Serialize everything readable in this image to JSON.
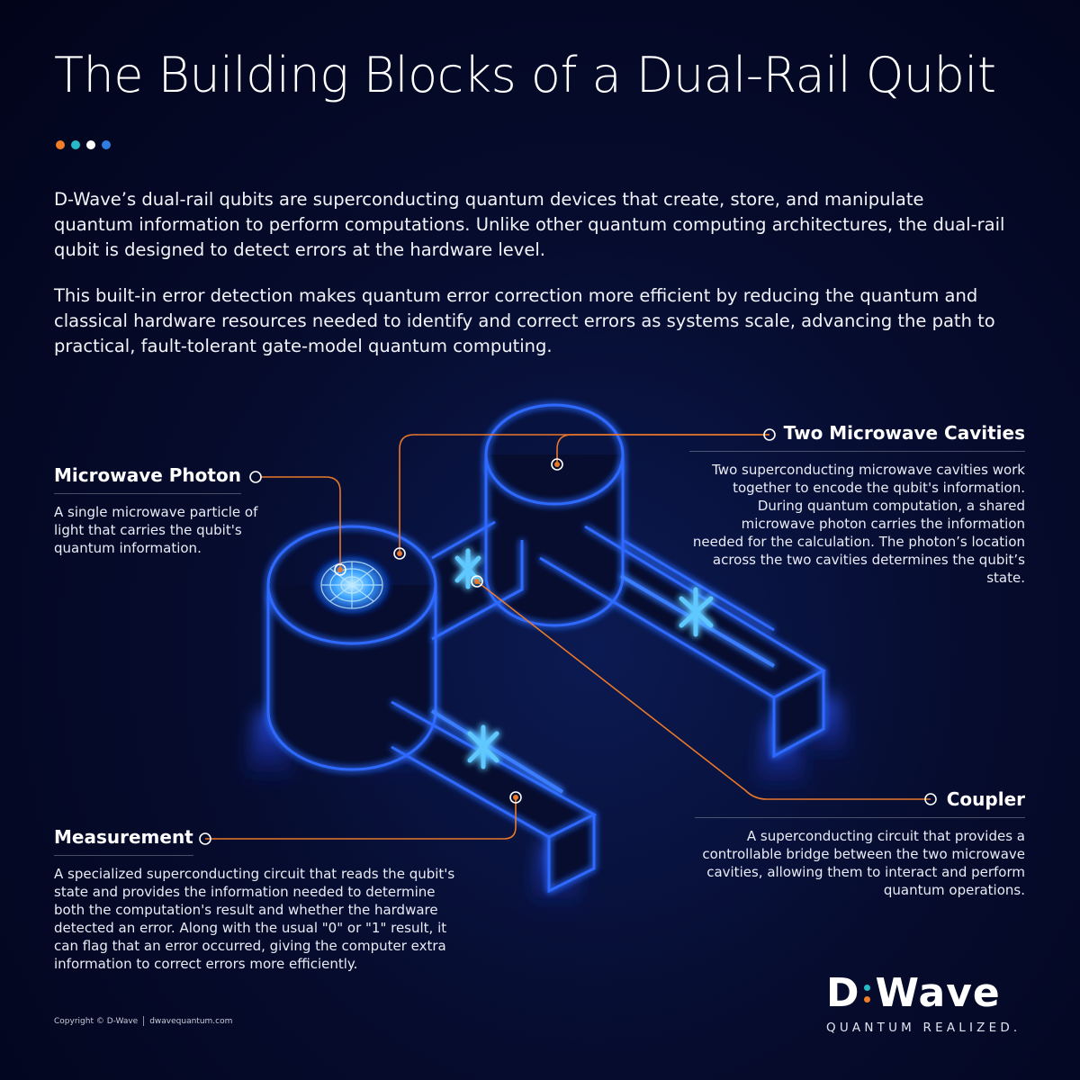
{
  "title": "The Building Blocks of a Dual-Rail Qubit",
  "dot_colors": [
    "#f07d2a",
    "#27b9c8",
    "#ffffff",
    "#2f7fe0"
  ],
  "intro": {
    "p1": "D-Wave’s dual-rail qubits are superconducting quantum devices that create, store, and manipulate quantum information to perform computations. Unlike other quantum computing architectures, the dual-rail qubit is designed to detect errors at the hardware level.",
    "p2": "This built-in error detection makes quantum error correction more efficient by reducing the quantum and classical hardware resources needed to identify and correct errors as systems scale, advancing the path to practical, fault-tolerant gate-model quantum computing."
  },
  "callouts": {
    "photon": {
      "title": "Microwave Photon",
      "text": "A single microwave particle of light that carries the qubit's quantum information."
    },
    "cavities": {
      "title": "Two Microwave Cavities",
      "text": "Two superconducting microwave cavities work together to encode the qubit's information. During quantum computation, a shared microwave photon carries the information needed for the calculation. The photon’s location across the two cavities determines the qubit’s state."
    },
    "coupler": {
      "title": "Coupler",
      "text": "A superconducting circuit that provides a controllable bridge between the two microwave cavities, allowing them to interact and perform quantum operations."
    },
    "measurement": {
      "title": "Measurement",
      "text": "A specialized superconducting circuit that reads the qubit's state and provides the information needed to determine both the computation's result and whether the hardware detected an error. Along with the usual \"0\" or \"1\" result, it can flag that an error occurred, giving the computer extra information to correct errors more efficiently."
    }
  },
  "footer": {
    "copyright": "Copyright © D-Wave",
    "site": "dwavequantum.com"
  },
  "logo": {
    "left": "D",
    "right": "Wave",
    "tagline": "QUANTUM REALIZED.",
    "colon_colors": [
      "#27b9c8",
      "#f07d2a"
    ]
  },
  "colors": {
    "accent_orange": "#e8782a",
    "glow_blue": "#2f6bff",
    "glow_cyan": "#6fd0ff"
  }
}
